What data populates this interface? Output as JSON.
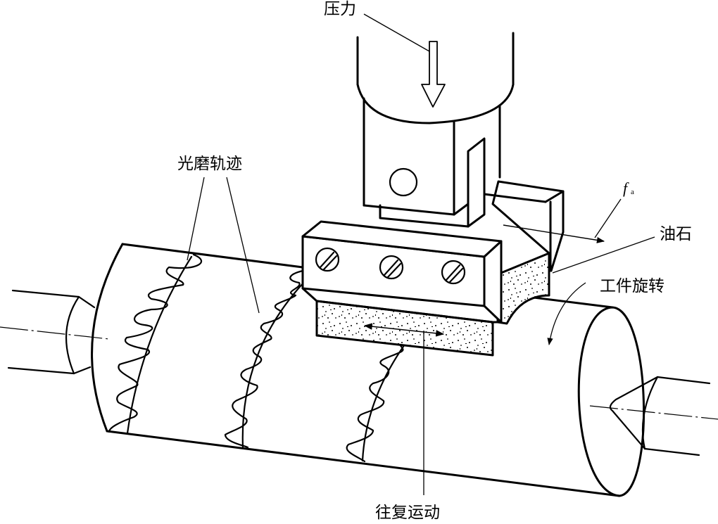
{
  "diagram": {
    "type": "superfinishing (honing) process schematic",
    "labels": {
      "pressure": "压力",
      "polishing_trace": "光磨轨迹",
      "feed_symbol": "f",
      "feed_subscript": "a",
      "oilstone": "油石",
      "workpiece_rotation": "工件旋转",
      "reciprocating_motion": "往复运动"
    },
    "colors": {
      "line": "#000000",
      "background": "#ffffff"
    }
  }
}
